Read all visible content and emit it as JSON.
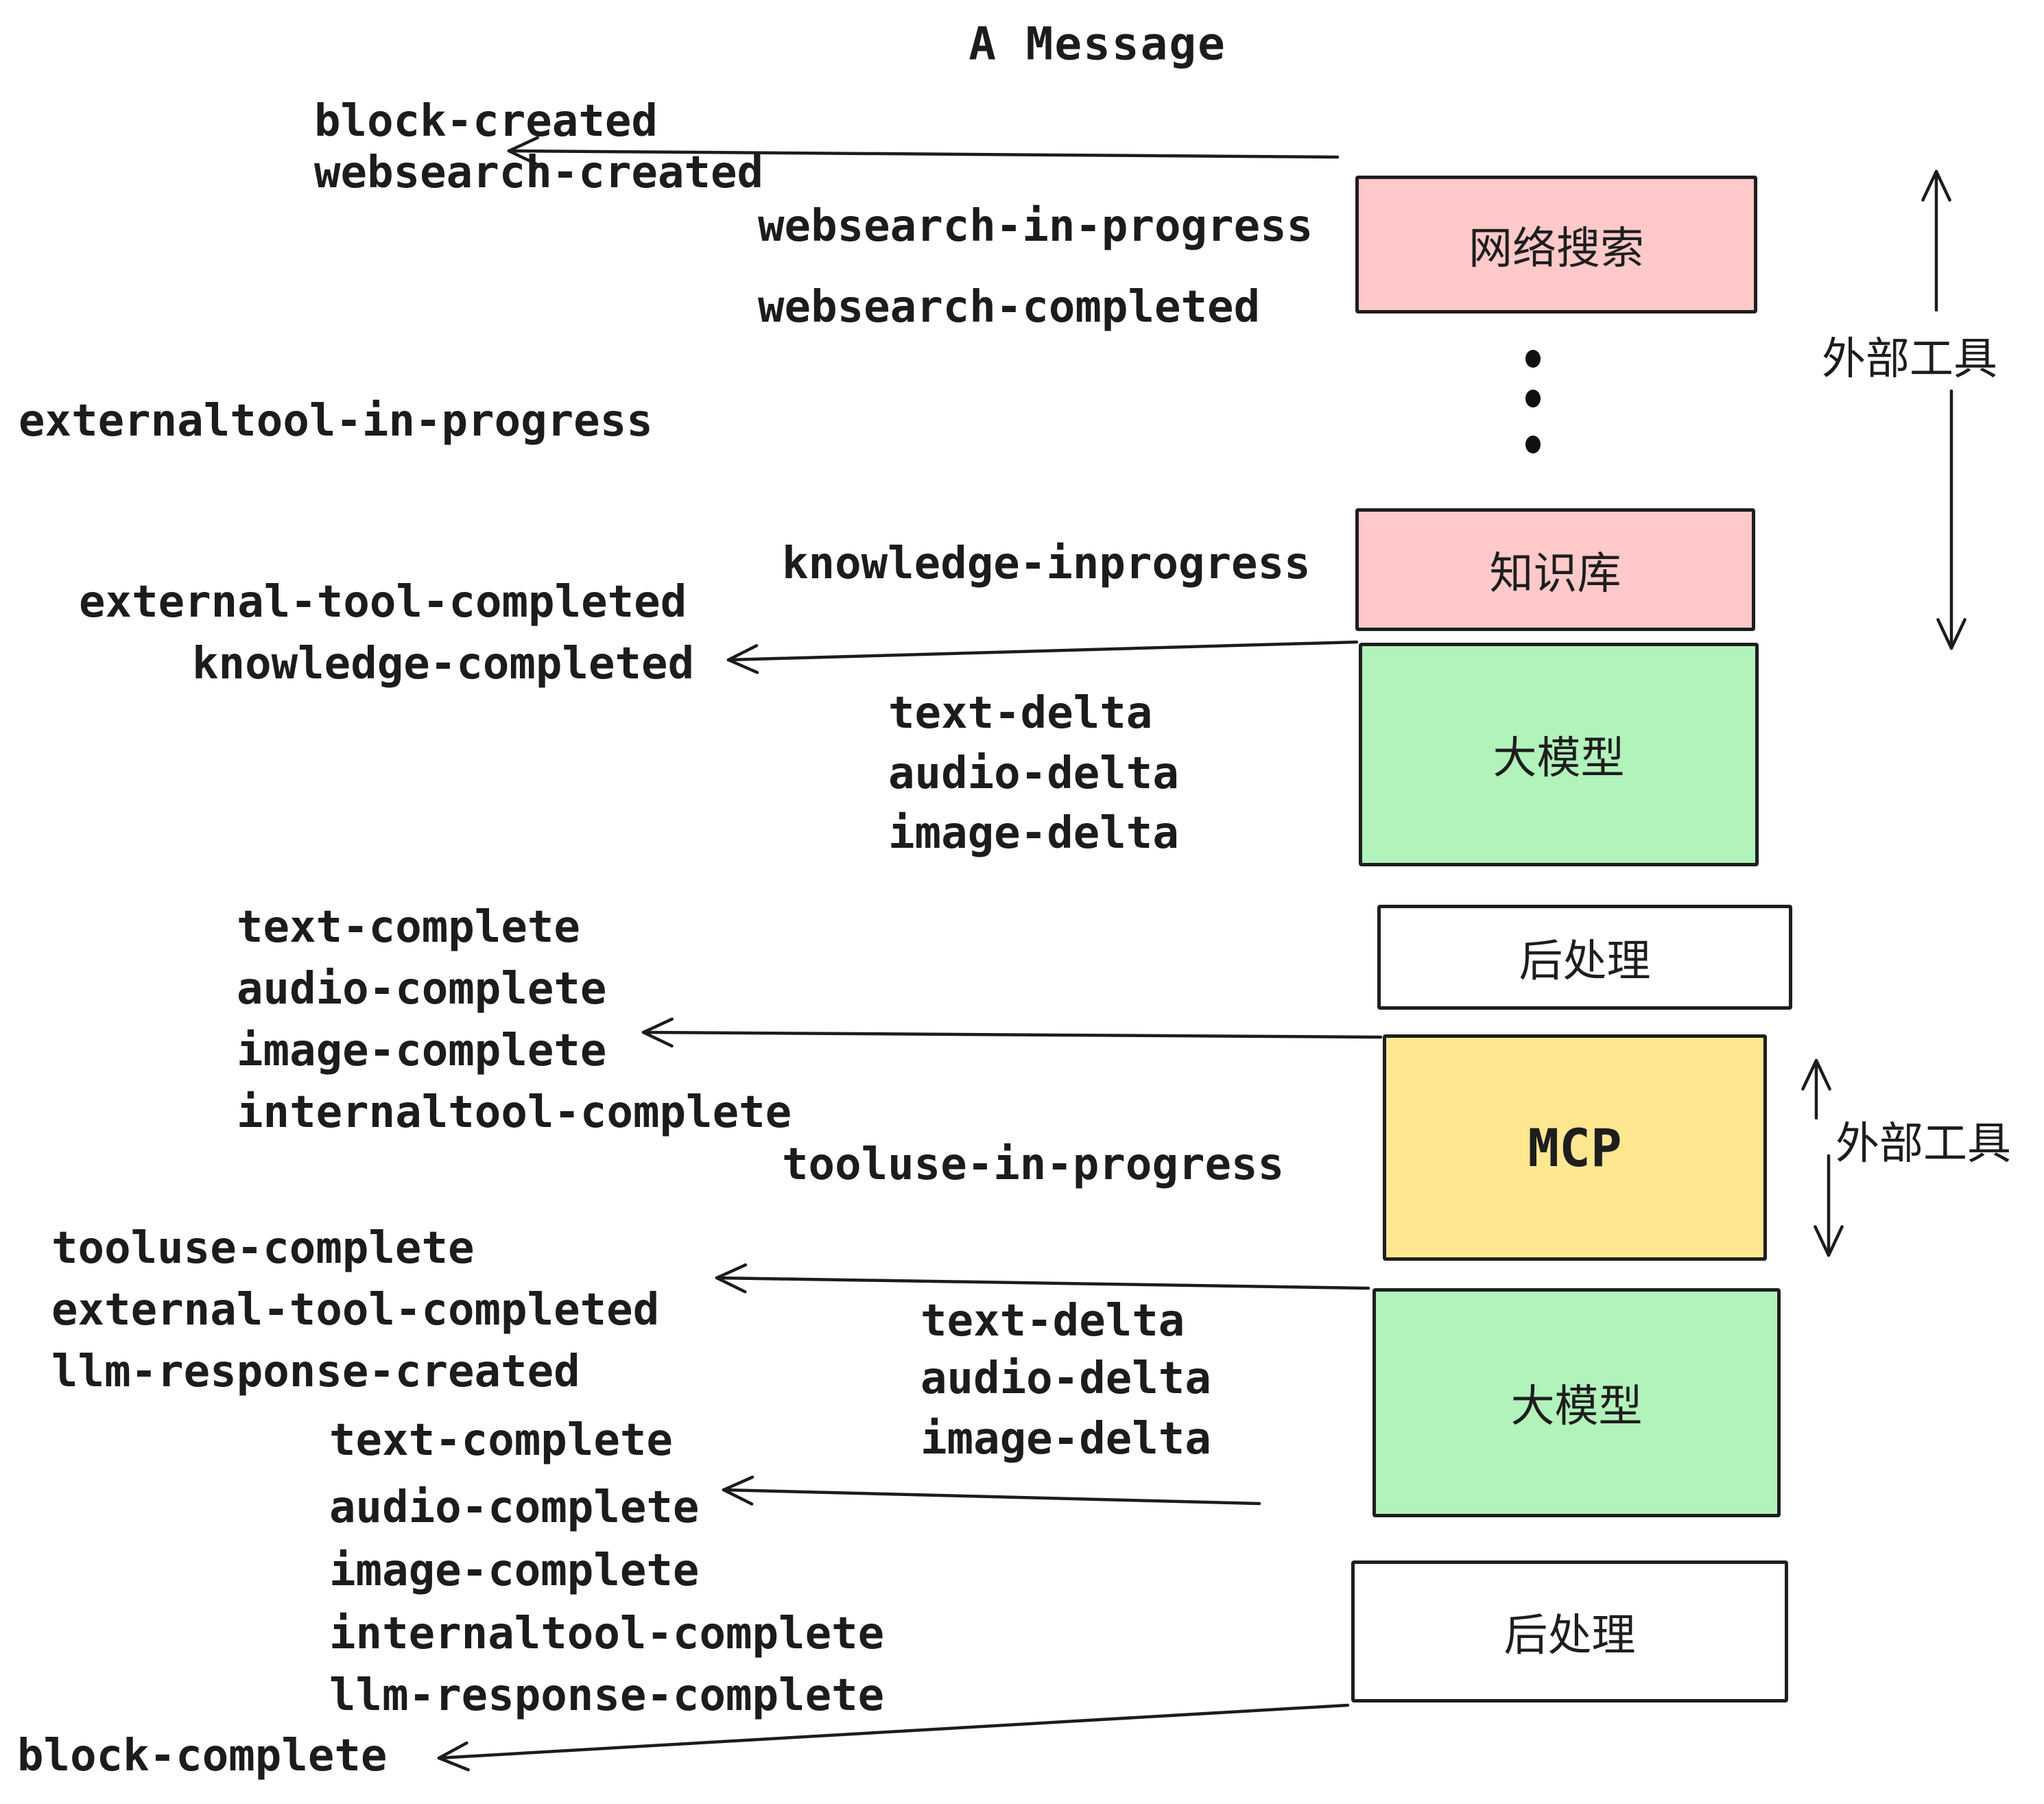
{
  "title": "A Message",
  "colors": {
    "pink": "#ffc9c9",
    "green": "#b2f2bb",
    "yellow": "#ffe791",
    "white": "#ffffff",
    "ink": "#1c1c1c"
  },
  "boxes": [
    {
      "id": "websearch",
      "label": "网络搜索",
      "color": "#ffc9c9"
    },
    {
      "id": "knowledge",
      "label": "知识库",
      "color": "#ffc9c9"
    },
    {
      "id": "llm-1",
      "label": "大模型",
      "color": "#b2f2bb"
    },
    {
      "id": "postproc-1",
      "label": "后处理",
      "color": "#ffffff"
    },
    {
      "id": "mcp",
      "label": "MCP",
      "color": "#ffe791"
    },
    {
      "id": "llm-2",
      "label": "大模型",
      "color": "#b2f2bb"
    },
    {
      "id": "postproc-2",
      "label": "后处理",
      "color": "#ffffff"
    }
  ],
  "annotations": [
    {
      "id": "external-tools-top",
      "label": "外部工具"
    },
    {
      "id": "external-tools-mcp",
      "label": "外部工具"
    }
  ],
  "events": [
    {
      "label": "block-created"
    },
    {
      "label": "websearch-created"
    },
    {
      "label": "websearch-in-progress"
    },
    {
      "label": "websearch-completed"
    },
    {
      "label": "externaltool-in-progress"
    },
    {
      "label": "knowledge-inprogress"
    },
    {
      "label": "external-tool-completed"
    },
    {
      "label": "knowledge-completed"
    },
    {
      "label": "text-delta"
    },
    {
      "label": "audio-delta"
    },
    {
      "label": "image-delta"
    },
    {
      "label": "text-complete"
    },
    {
      "label": "audio-complete"
    },
    {
      "label": "image-complete"
    },
    {
      "label": "internaltool-complete"
    },
    {
      "label": "tooluse-in-progress"
    },
    {
      "label": "tooluse-complete"
    },
    {
      "label": "external-tool-completed"
    },
    {
      "label": "llm-response-created"
    },
    {
      "label": "text-delta"
    },
    {
      "label": "audio-delta"
    },
    {
      "label": "image-delta"
    },
    {
      "label": "text-complete"
    },
    {
      "label": "audio-complete"
    },
    {
      "label": "image-complete"
    },
    {
      "label": "internaltool-complete"
    },
    {
      "label": "llm-response-complete"
    },
    {
      "label": "block-complete"
    }
  ]
}
